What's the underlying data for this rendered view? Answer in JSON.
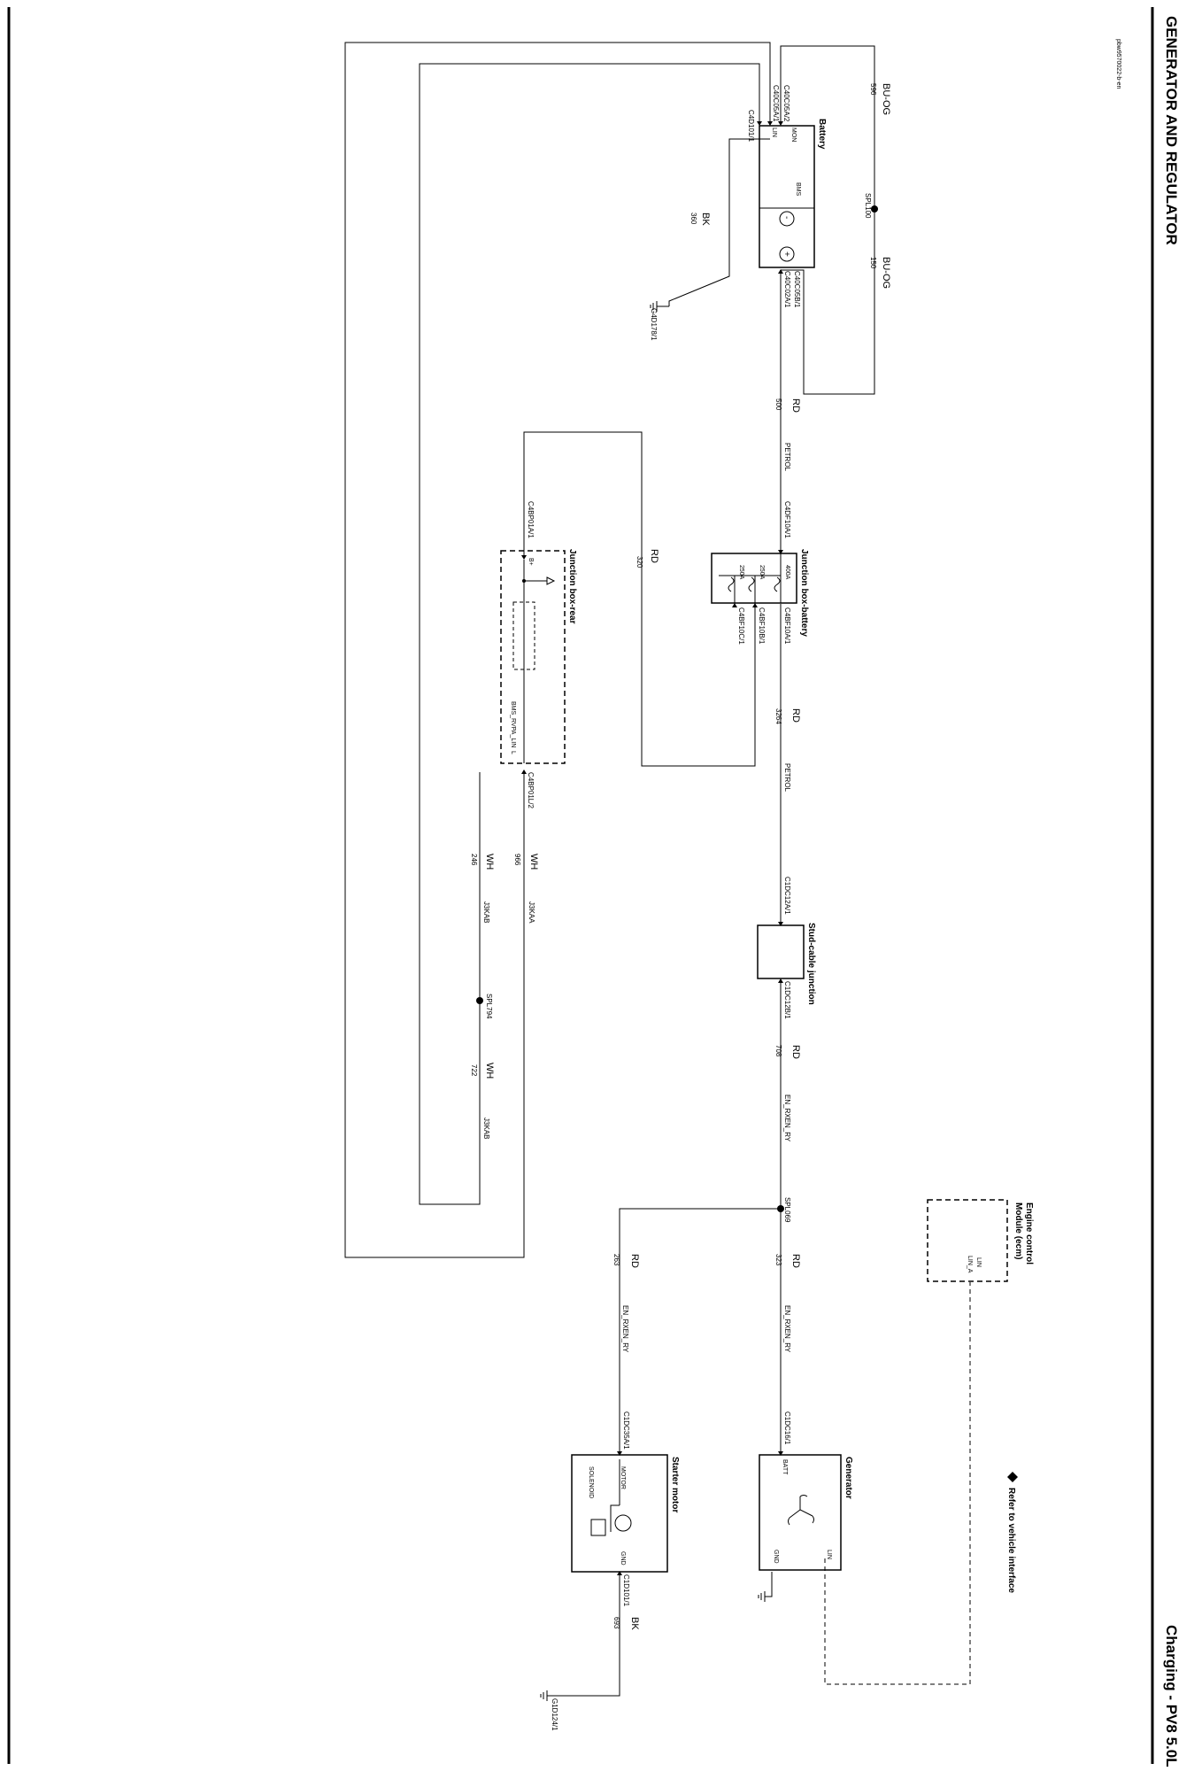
{
  "page": {
    "title": "GENERATOR AND REGULATOR",
    "section": "Charging - PV8 5.0L",
    "doc_ref": "pbw9570022-b-en"
  },
  "legend": {
    "text": "Refer to vehicle interface"
  },
  "components": {
    "battery": {
      "name": "Battery",
      "pins": [
        "MON",
        "LIN",
        "BMS",
        "-",
        "+"
      ]
    },
    "jb_battery": {
      "name": "Junction box-battery",
      "fuses": [
        "400A",
        "250A",
        "250A"
      ]
    },
    "jb_rear": {
      "name": "Junction box-rear",
      "pins": [
        "B+",
        "BMS_RVPA_LIN",
        "L"
      ]
    },
    "stud": {
      "name": "Stud-cable junction"
    },
    "ecm": {
      "name_line1": "Engine control",
      "name_line2": "Module (ecm)",
      "pins": [
        "LIN",
        "LIN_A"
      ]
    },
    "generator": {
      "name": "Generator",
      "pins": [
        "BATT",
        "LIN",
        "GND"
      ]
    },
    "starter": {
      "name": "Starter motor",
      "pins": [
        "MOTOR",
        "SOLENOID",
        "GND"
      ]
    }
  },
  "connectors": {
    "c40c05a2": "C40C05A/2",
    "c40c05a1": "C40C05A/1",
    "c4d101": "C4D101/1",
    "c40c05b1": "C40C05B/1",
    "c40c02a1": "C40C02A/1",
    "c4df10a1": "C4DF10A/1",
    "c4bf10a1": "C4BF10A/1",
    "c4bf10b1": "C4BF10B/1",
    "c4bf10c1": "C4BF10C/1",
    "c4bp01a1": "C4BP01A/1",
    "c4bp01l2": "C4BP01L/2",
    "c1dc12a1": "C1DC12A/1",
    "c1dc12b1": "C1DC12B/1",
    "c1dc16": "C1DC16/1",
    "c1dc35a": "C1DC35A/1",
    "c1d101": "C1D101/1"
  },
  "grounds": {
    "g4d178": "G4D178/1",
    "g1d124": "G1D124/1"
  },
  "splices": {
    "sp100": "SPL100",
    "spl069": "SPL069",
    "spl794": "SPL794"
  },
  "wires": {
    "w596": {
      "color": "BU-OG",
      "circuit": "596"
    },
    "w150": {
      "color": "BU-OG",
      "circuit": "150"
    },
    "w360": {
      "color": "BK",
      "circuit": "360"
    },
    "w500": {
      "color": "RD",
      "circuit": "500",
      "spec": "PETROL"
    },
    "w320": {
      "color": "RD",
      "circuit": "320"
    },
    "w3264": {
      "color": "RD",
      "circuit": "3264",
      "spec": "PETROL"
    },
    "w966": {
      "color": "WH",
      "circuit": "966",
      "harness": "J3KAA"
    },
    "w246": {
      "color": "WH",
      "circuit": "246",
      "harness": "J3KAB"
    },
    "w722": {
      "color": "WH",
      "circuit": "722",
      "harness": "J3KAB"
    },
    "w708": {
      "color": "RD",
      "circuit": "708",
      "spec": "EN_RXEN_RY"
    },
    "w323": {
      "color": "RD",
      "circuit": "323",
      "spec": "EN_RXEN_RY"
    },
    "w263": {
      "color": "RD",
      "circuit": "263",
      "spec": "EN_RXEN_RY"
    },
    "w693": {
      "color": "BK",
      "circuit": "693"
    }
  }
}
